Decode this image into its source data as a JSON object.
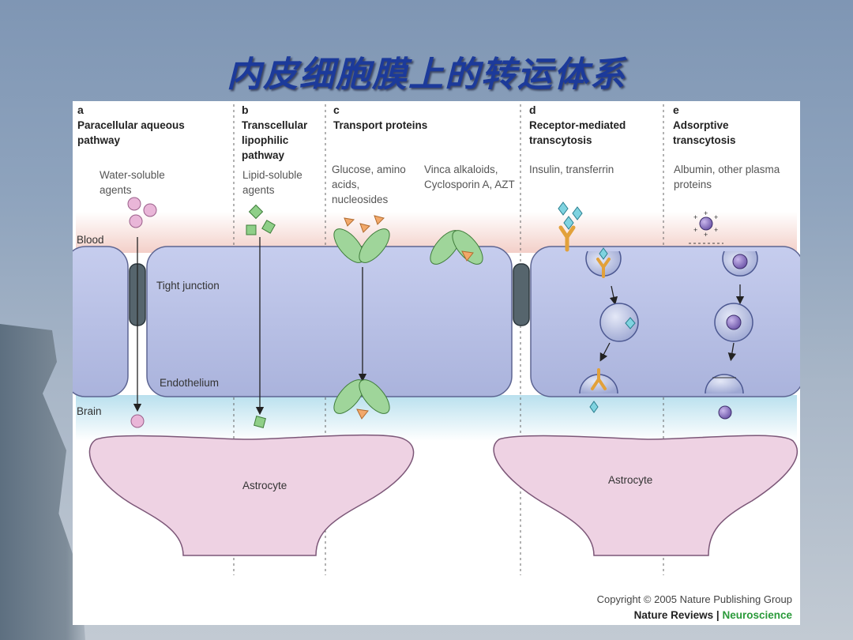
{
  "title": "内皮细胞膜上的转运体系",
  "panels": [
    {
      "letter": "a",
      "heading": "Paracellular aqueous pathway",
      "agents": "Water-soluble agents"
    },
    {
      "letter": "b",
      "heading": "Transcellular lipophilic pathway",
      "agents": "Lipid-soluble agents"
    },
    {
      "letter": "c",
      "heading": "Transport proteins",
      "agents": "Glucose, amino acids, nucleosides",
      "agents2": "Vinca alkaloids, Cyclosporin A, AZT"
    },
    {
      "letter": "d",
      "heading": "Receptor-mediated transcytosis",
      "agents": "Insulin, transferrin"
    },
    {
      "letter": "e",
      "heading": "Adsorptive transcytosis",
      "agents": "Albumin, other plasma proteins"
    }
  ],
  "labels": {
    "blood": "Blood",
    "brain": "Brain",
    "tight_junction": "Tight junction",
    "endothelium": "Endothelium",
    "astrocyte_left": "Astrocyte",
    "astrocyte_right": "Astrocyte"
  },
  "credits": {
    "copyright": "Copyright © 2005 Nature Publishing Group",
    "journal": "Nature Reviews",
    "separator": "|",
    "journal_sub": "Neuroscience"
  },
  "colors": {
    "title": "#1c3a9a",
    "cell": "#b7bfe3",
    "blood": "#f6d3cc",
    "brain": "#c8e7f1",
    "astrocyte": "#eccfe2",
    "accent": "#2a9a3a"
  }
}
